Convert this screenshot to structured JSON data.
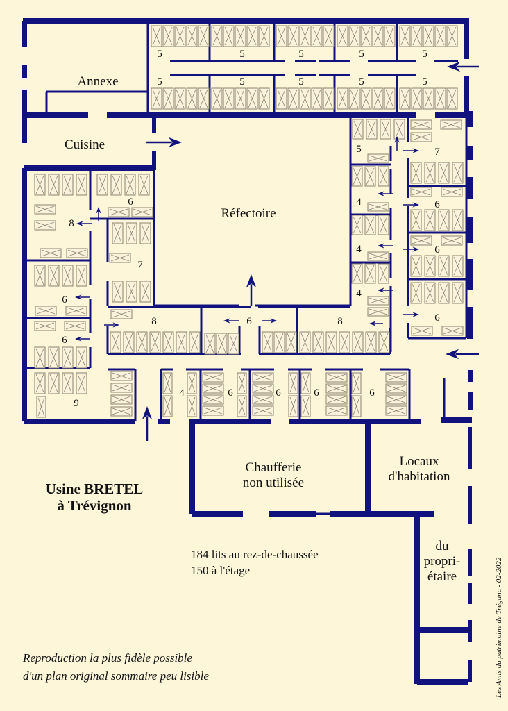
{
  "plan": {
    "colors": {
      "background": "#fdf6d8",
      "wall": "#12127e",
      "bed_outline": "#8a8270"
    },
    "rooms": {
      "annexe": "Annexe",
      "cuisine": "Cuisine",
      "refectoire": "Réfectoire",
      "chaufferie_line1": "Chaufferie",
      "chaufferie_line2": "non utilisée",
      "locaux_line1": "Locaux",
      "locaux_line2": "d'habitation",
      "proprietaire_line1": "du",
      "proprietaire_line2": "propri-",
      "proprietaire_line3": "étaire"
    },
    "dormitory_counts": {
      "top_upper": [
        "5",
        "5",
        "5",
        "5",
        "5"
      ],
      "top_lower": [
        "5",
        "5",
        "5",
        "5",
        "5"
      ],
      "right_left_column": [
        "5",
        "4",
        "4",
        "4"
      ],
      "right_right_column": [
        "7",
        "6",
        "6",
        "6"
      ],
      "left_wing": [
        "8",
        "6",
        "6",
        "6",
        "7",
        "9"
      ],
      "lower_wing": [
        "8",
        "6",
        "8"
      ],
      "bottom_strip": [
        "4",
        "6",
        "6",
        "6",
        "6"
      ]
    }
  },
  "title": {
    "line1": "Usine BRETEL",
    "line2": "à Trévignon"
  },
  "capacity": {
    "line1": "184 lits au rez-de-chaussée",
    "line2": "150 à l'étage"
  },
  "disclaimer": {
    "line1": "Reproduction la plus fidèle possible",
    "line2": "d'un plan original sommaire peu lisible"
  },
  "credit": "Les Amis du patrimoine de Trégunc - 02-2022"
}
